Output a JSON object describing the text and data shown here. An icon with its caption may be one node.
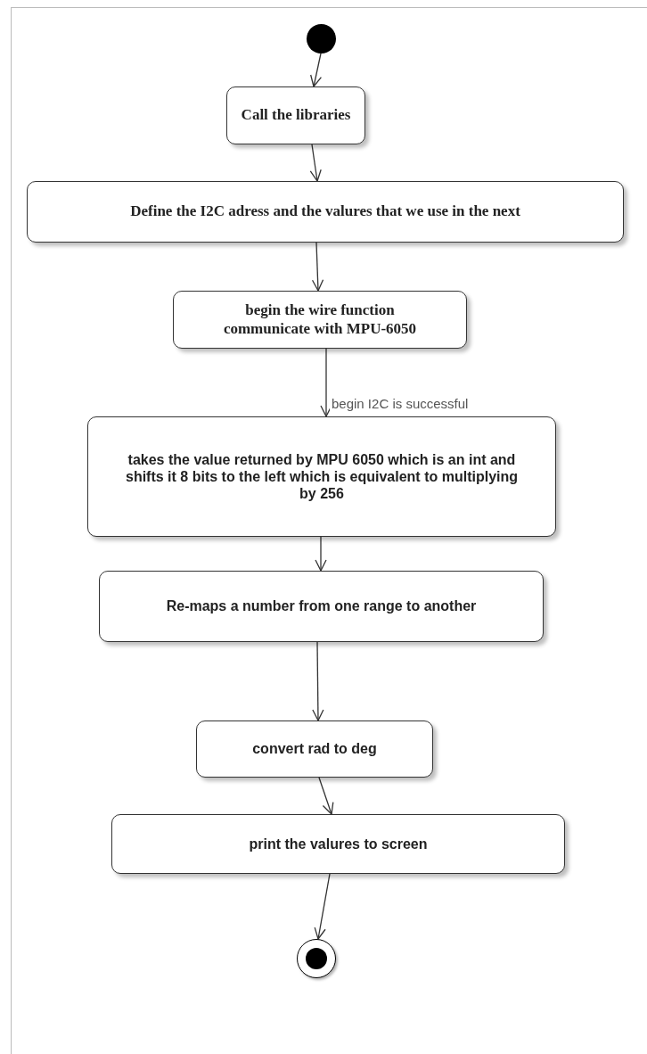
{
  "diagram": {
    "nodes": [
      {
        "text": [],
        "shape": "circle"
      },
      {
        "text": [
          "Call the libraries"
        ]
      },
      {
        "text": [
          "Define the I2C adress and the valures that we use in the next"
        ]
      },
      {
        "text": [
          "begin the wire function communicate with MPU-6050"
        ]
      },
      {
        "text": [
          "takes the value returned by MPU 6050  which is an int and shifts it 8 bits to the left which is equivalent to multiplying by 256"
        ]
      },
      {
        "text": [
          "Re-maps a number from one range to another"
        ]
      },
      {
        "text": [
          "convert rad to deg"
        ]
      },
      {
        "text": [
          "print the valures to screen"
        ]
      },
      {
        "text": [],
        "shape": "circle"
      }
    ],
    "edges": [
      {
        "from": 0,
        "to": 1,
        "arrow": "to"
      },
      {
        "from": 1,
        "to": 2,
        "arrow": "to"
      },
      {
        "from": 2,
        "to": 3,
        "arrow": "to"
      },
      {
        "from": 3,
        "to": 4,
        "arrow": "to",
        "label": "begin I2C is successful"
      },
      {
        "from": 4,
        "to": 5,
        "arrow": "to"
      },
      {
        "from": 5,
        "to": 6,
        "arrow": "to"
      },
      {
        "from": 6,
        "to": 7,
        "arrow": "to"
      },
      {
        "from": 7,
        "to": 8,
        "arrow": "to"
      }
    ]
  }
}
